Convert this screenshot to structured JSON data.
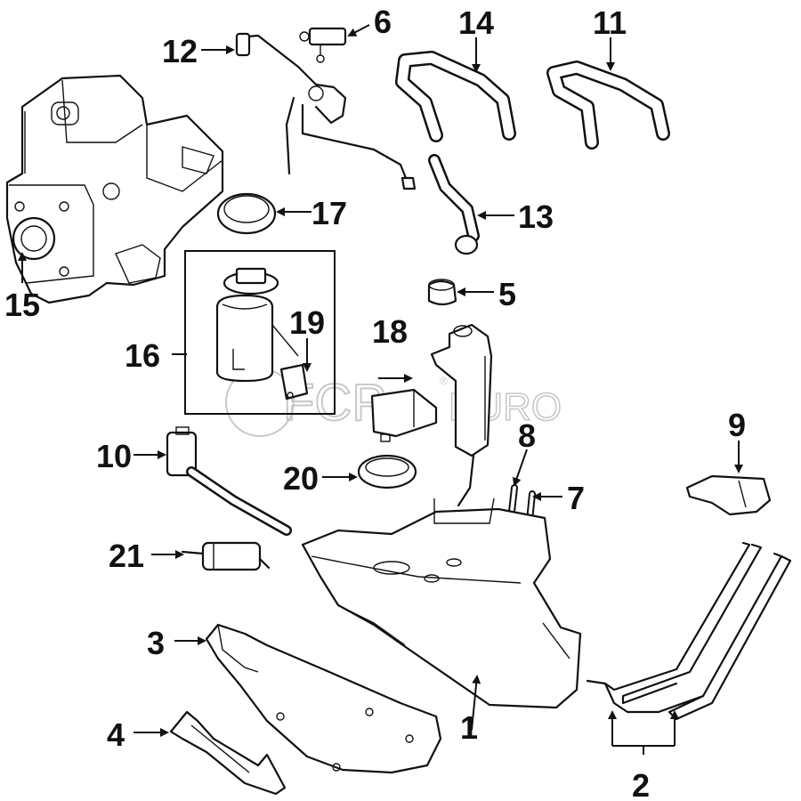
{
  "watermark": {
    "brand": "FCP",
    "suffix": "EURO",
    "mark": "®"
  },
  "callouts": {
    "c1": "1",
    "c2": "2",
    "c3": "3",
    "c4": "4",
    "c5": "5",
    "c6": "6",
    "c7": "7",
    "c8": "8",
    "c9": "9",
    "c10": "10",
    "c11": "11",
    "c12": "12",
    "c13": "13",
    "c14": "14",
    "c15": "15",
    "c16": "16",
    "c17": "17",
    "c18": "18",
    "c19": "19",
    "c20": "20",
    "c21": "21"
  }
}
